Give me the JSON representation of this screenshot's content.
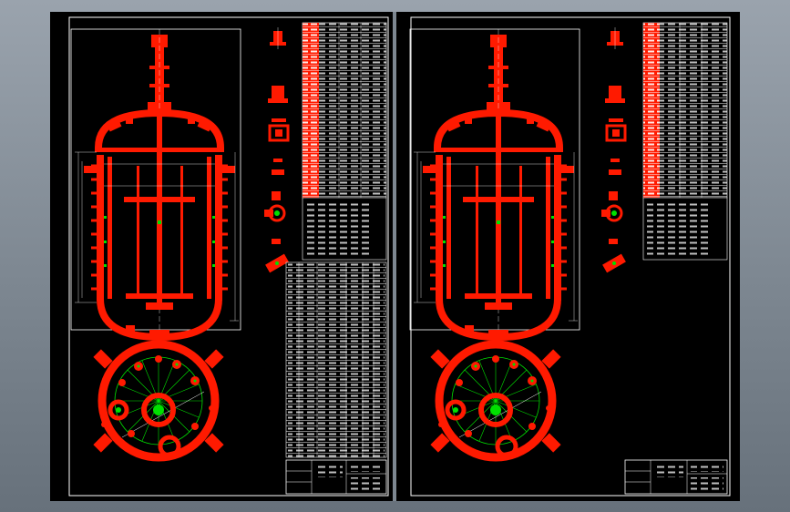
{
  "viewer": {
    "background_color": "#8b949d",
    "sheet_color": "#000000",
    "frame_color": "#ffffff",
    "drawing_color": "#ff1a00",
    "accent_color": "#00e000",
    "annotation_color": "#ffffff"
  },
  "sheets": [
    {
      "name": "sheet-left",
      "views": [
        "vessel-elevation-view",
        "nozzle-orientation-plan",
        "nozzle-detail-column",
        "parts-list-table",
        "title-block"
      ]
    },
    {
      "name": "sheet-right",
      "views": [
        "vessel-elevation-view",
        "nozzle-orientation-plan",
        "nozzle-detail-column",
        "parts-list-table",
        "title-block"
      ]
    }
  ]
}
